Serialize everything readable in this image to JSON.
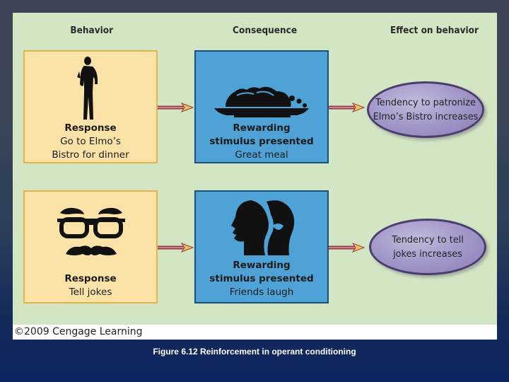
{
  "headers": {
    "behavior": "Behavior",
    "consequence": "Consequence",
    "effect": "Effect on behavior"
  },
  "rows": [
    {
      "behavior": {
        "title": "Response",
        "lines": [
          "Go to Elmo’s",
          "Bistro for dinner"
        ],
        "icon": "person-silhouette-icon"
      },
      "consequence": {
        "title_lines": [
          "Rewarding",
          "stimulus presented"
        ],
        "detail": "Great meal",
        "icon": "meal-platter-icon"
      },
      "effect": {
        "lines": [
          "Tendency to patronize",
          "Elmo’s Bistro increases"
        ]
      }
    },
    {
      "behavior": {
        "title": "Response",
        "lines": [
          "Tell jokes"
        ],
        "icon": "glasses-mustache-icon"
      },
      "consequence": {
        "title_lines": [
          "Rewarding",
          "stimulus presented"
        ],
        "detail": "Friends laugh",
        "icon": "laughing-faces-icon"
      },
      "effect": {
        "lines": [
          "Tendency to tell",
          "jokes increases"
        ]
      }
    }
  ],
  "copyright": "©2009 Cengage Learning",
  "caption": "Figure 6.12  Reinforcement in operant conditioning",
  "colors": {
    "panel": "#d3e6c3",
    "behavior_box": "#fbe3a8",
    "behavior_border": "#e6b24a",
    "consequence_box": "#4ea2d6",
    "consequence_border": "#1c4f7a",
    "ellipse": "#a69acb",
    "arrow": "#a2324a"
  }
}
